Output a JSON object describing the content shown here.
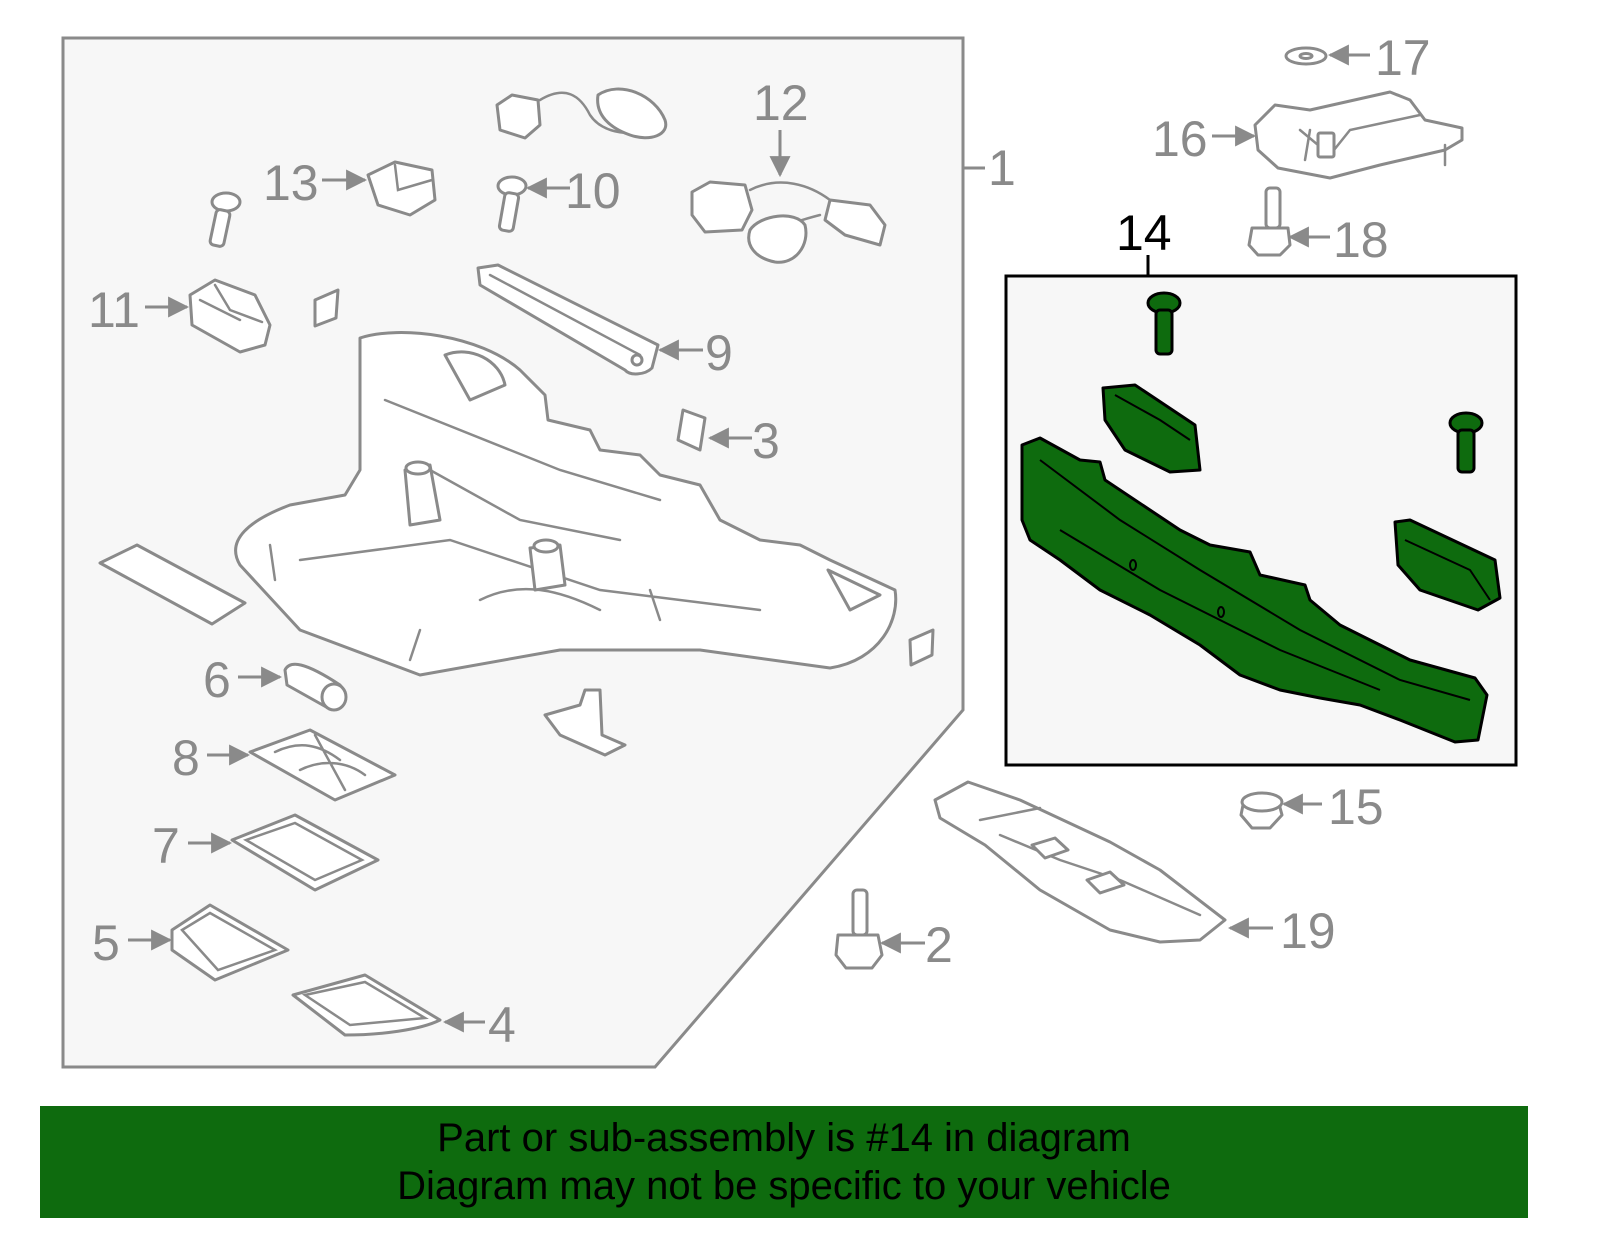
{
  "callouts": {
    "c1": "1",
    "c2": "2",
    "c3": "3",
    "c4": "4",
    "c5": "5",
    "c6": "6",
    "c7": "7",
    "c8": "8",
    "c9": "9",
    "c10": "10",
    "c11": "11",
    "c12": "12",
    "c13": "13",
    "c14": "14",
    "c15": "15",
    "c16": "16",
    "c17": "17",
    "c18": "18",
    "c19": "19"
  },
  "highlight": {
    "part_number": "14",
    "color": "#0e6b0e"
  },
  "colors": {
    "ghost_line": "#8a8a8a",
    "group_bg": "#f7f7f7",
    "banner_bg": "#0e6b0e"
  },
  "banner": {
    "line1": "Part or sub-assembly is #14 in diagram",
    "line2": "Diagram may not be specific to your vehicle"
  }
}
